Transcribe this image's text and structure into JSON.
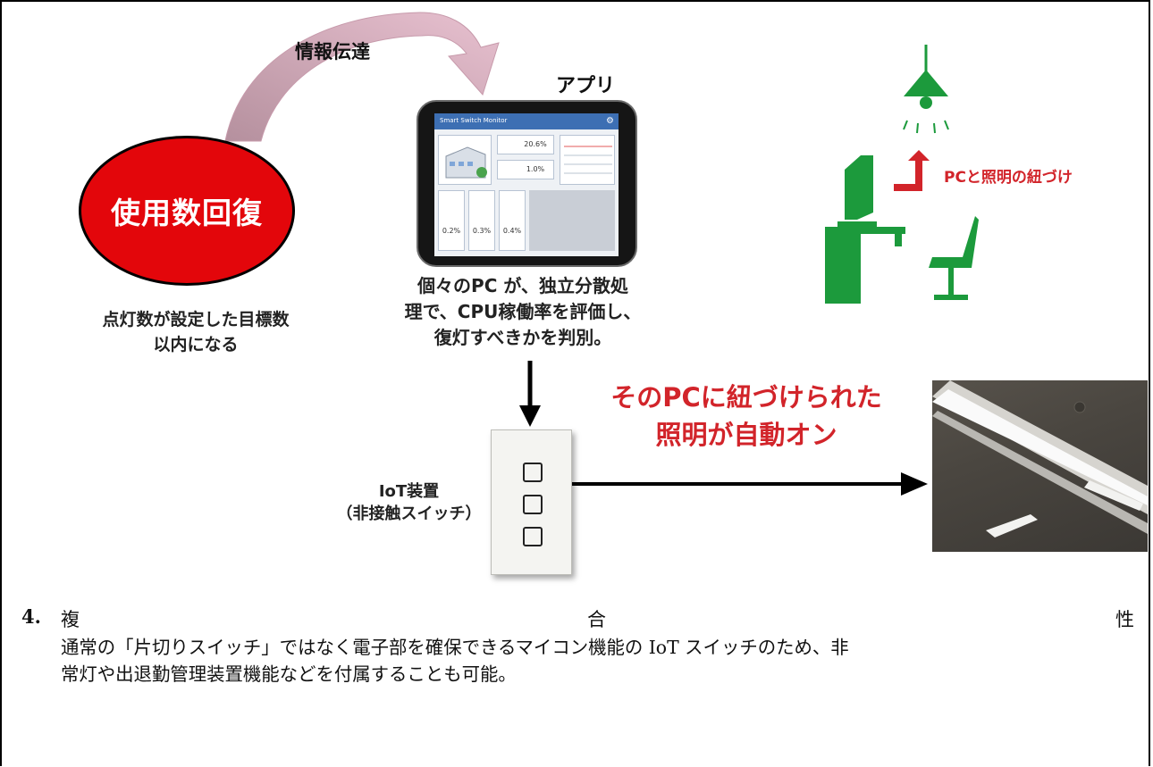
{
  "diagram": {
    "flow_label": "情報伝達",
    "recovery_oval": "使用数回復",
    "recovery_caption": [
      "点灯数が設定した目標数",
      "以内になる"
    ],
    "app_label": "アプリ",
    "app_caption": [
      "個々のPC が、独立分散処",
      "理で、CPU稼働率を評価し、",
      "復灯すべきかを判別。"
    ],
    "tablet_screen": {
      "header": "Smart Switch Monitor",
      "values": [
        "20.6%",
        "1.0%"
      ],
      "cards": [
        "0.2%",
        "0.3%",
        "0.4%"
      ]
    },
    "pc_light_link": "PCと照明の紐づけ",
    "auto_on_text": [
      "そのPCに紐づけられた",
      "照明が自動オン"
    ],
    "iot_label": [
      "IoT装置",
      "（非接触スイッチ）"
    ]
  },
  "colors": {
    "oval_red": "#e3060b",
    "accent_red": "#d2242a",
    "furniture_green": "#1c9a3c",
    "flow_arrow_pink": "#cf9fb2"
  },
  "document": {
    "item_number": "4.",
    "heading_chars": [
      "複",
      "合",
      "性"
    ],
    "body_lines": [
      "通常の「片切りスイッチ」ではなく電子部を確保できるマイコン機能の IoT スイッチのため、非",
      "常灯や出退勤管理装置機能などを付属することも可能。"
    ]
  }
}
